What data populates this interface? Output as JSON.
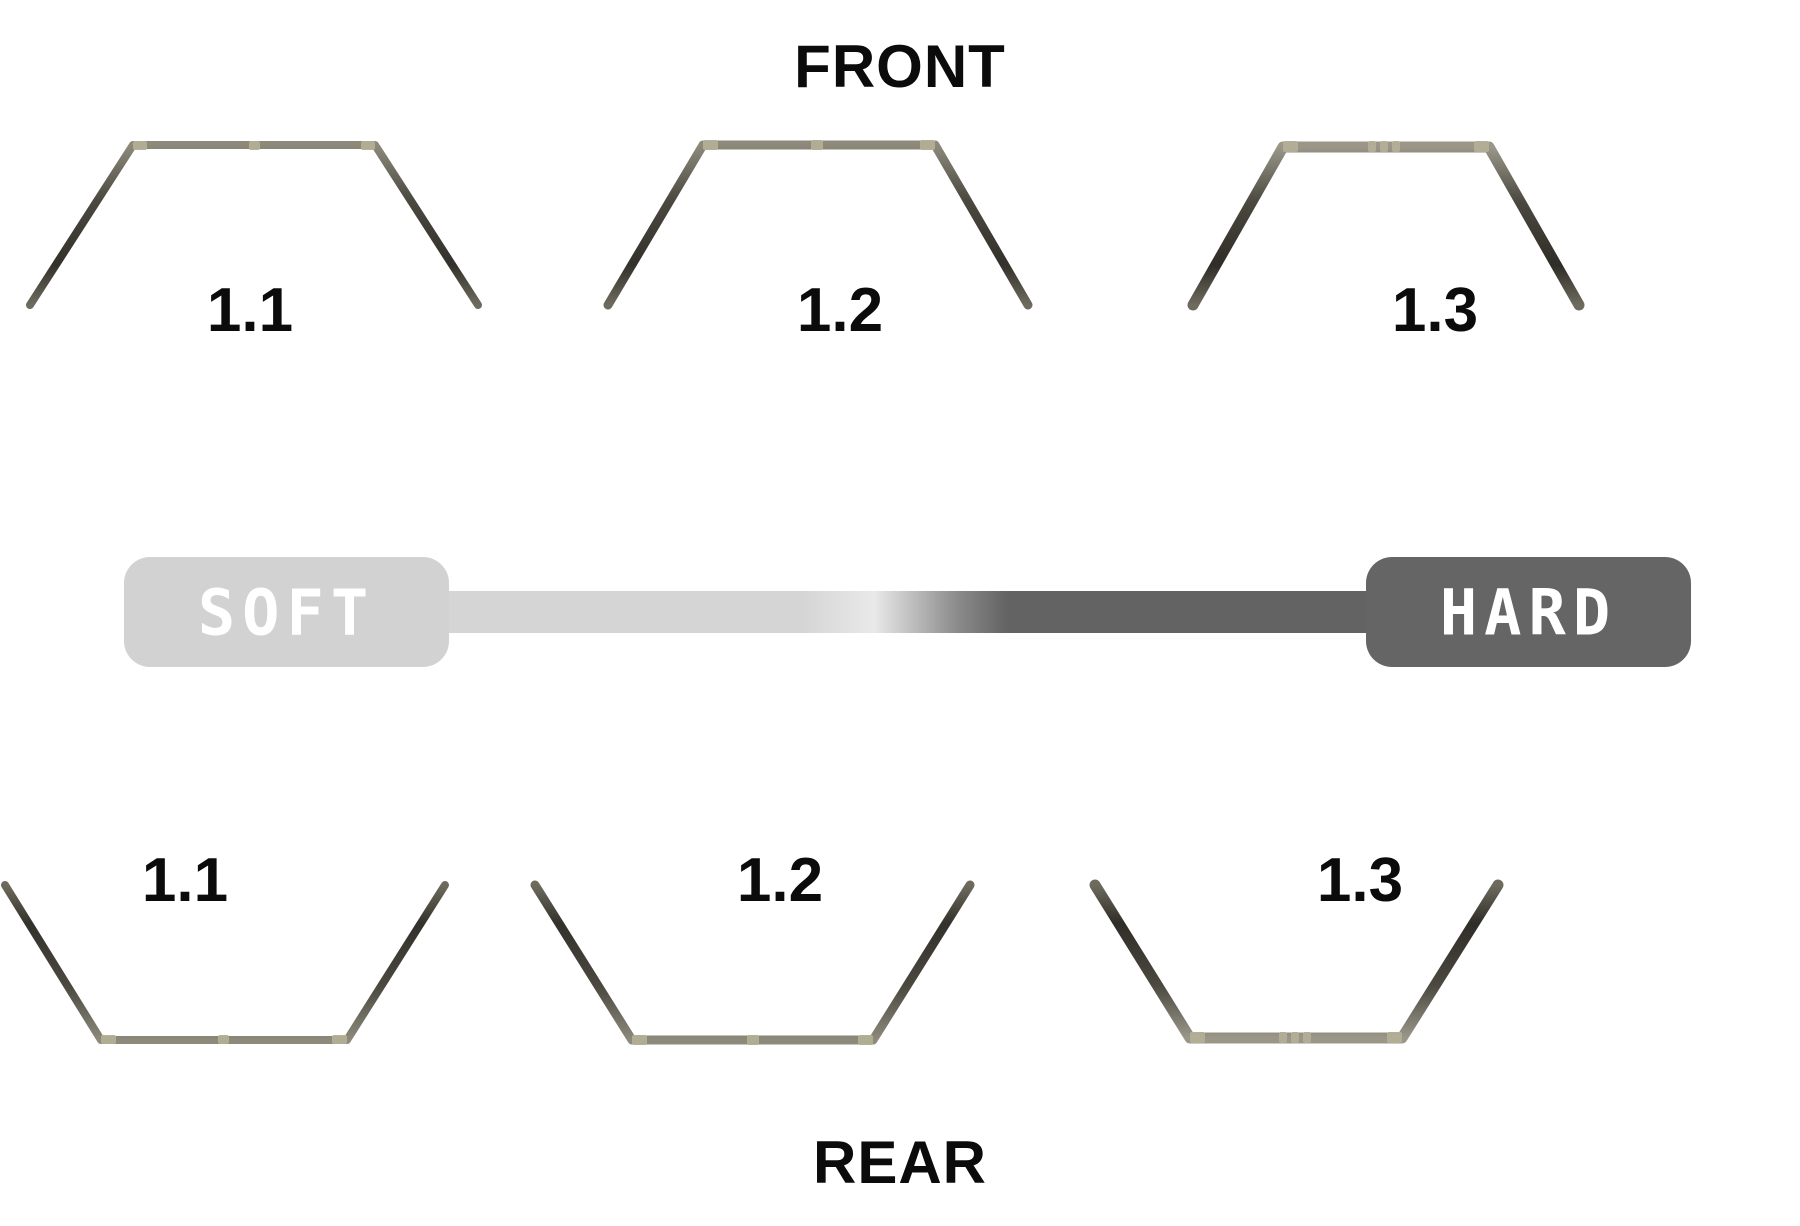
{
  "page": {
    "background_color": "#ffffff",
    "title_front": "FRONT",
    "title_rear": "REAR"
  },
  "front": {
    "caption": "FRONT",
    "bars": [
      {
        "label": "1.1",
        "marks": 1,
        "top_width": "wide",
        "thickness": "thin"
      },
      {
        "label": "1.2",
        "marks": 1,
        "top_width": "medium",
        "thickness": "medium"
      },
      {
        "label": "1.3",
        "marks": 3,
        "top_width": "narrow",
        "thickness": "thick"
      }
    ]
  },
  "rear": {
    "caption": "REAR",
    "bars": [
      {
        "label": "1.1",
        "marks": 1,
        "bottom_width": "wide",
        "thickness": "thin"
      },
      {
        "label": "1.2",
        "marks": 1,
        "bottom_width": "medium",
        "thickness": "medium"
      },
      {
        "label": "1.3",
        "marks": 3,
        "bottom_width": "narrow",
        "thickness": "thick"
      }
    ]
  },
  "scale": {
    "soft_label": "SOFT",
    "hard_label": "HARD",
    "soft_pill_color": "#d2d2d2",
    "hard_pill_color": "#656565",
    "pill_text_color": "#ffffff",
    "gradient_from": "#d5d5d5",
    "gradient_to": "#636363"
  },
  "colors": {
    "bar_dark": "#3a3831",
    "bar_mid": "#5b584d",
    "bar_light": "#8d8a7c",
    "bar_mark": "#b3ae96",
    "text": "#0b0b0b"
  }
}
